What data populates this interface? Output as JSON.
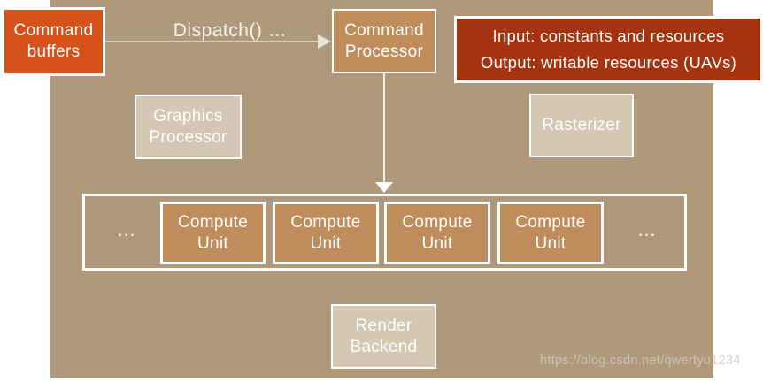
{
  "colors": {
    "page_background": "#FFFFFF",
    "canvas_background": "#B0997A",
    "command_buffers_fill": "#D5521D",
    "processor_node_fill": "#BF8D5B",
    "light_node_fill": "#D4C7B3",
    "callout_fill": "#A53310",
    "node_border": "#FFFFFF",
    "node_text": "#FFFFFF",
    "arrow_line": "#D8D0C3",
    "watermark_text": "#CEC9C2"
  },
  "nodes": {
    "command_buffers": {
      "line1": "Command",
      "line2": "buffers"
    },
    "command_processor": {
      "line1": "Command",
      "line2": "Processor"
    },
    "graphics_processor": {
      "line1": "Graphics",
      "line2": "Processor"
    },
    "rasterizer": {
      "label": "Rasterizer"
    },
    "render_backend": {
      "line1": "Render",
      "line2": "Backend"
    },
    "callout": {
      "line1": "Input: constants and resources",
      "line2": "Output: writable resources (UAVs)"
    }
  },
  "edges": {
    "dispatch_label": "Dispatch() …"
  },
  "compute_array": {
    "ellipsis_left": "…",
    "ellipsis_right": "…",
    "units": [
      {
        "line1": "Compute",
        "line2": "Unit"
      },
      {
        "line1": "Compute",
        "line2": "Unit"
      },
      {
        "line1": "Compute",
        "line2": "Unit"
      },
      {
        "line1": "Compute",
        "line2": "Unit"
      }
    ]
  },
  "watermark": "https://blog.csdn.net/qwertyu1234"
}
